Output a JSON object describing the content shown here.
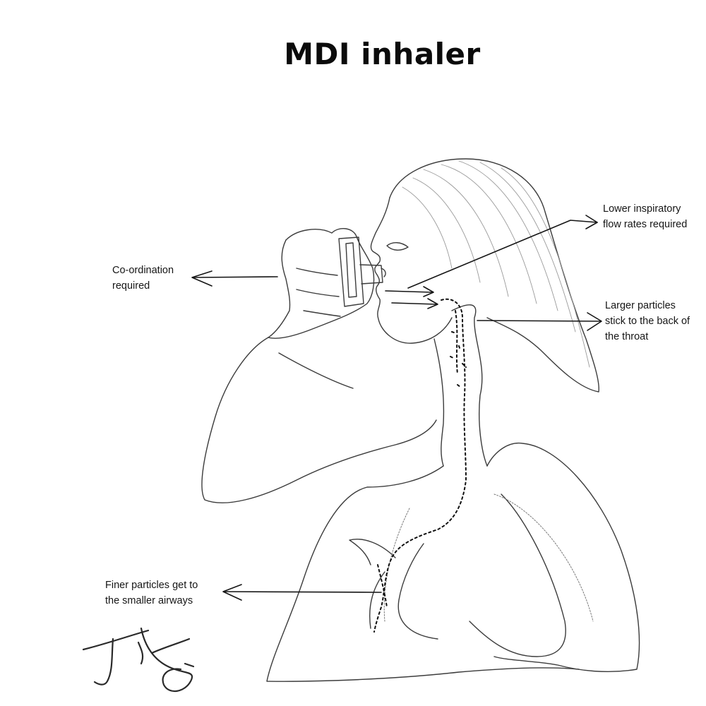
{
  "title": "MDI inhaler",
  "labels": {
    "coordination": "Co-ordination\nrequired",
    "lower_flow": "Lower inspiratory\nflow rates required",
    "larger_particles": "Larger particles\nstick to the back of\nthe throat",
    "finer_particles": "Finer particles get to\nthe smaller airways"
  },
  "illustration": {
    "style": "pencil sketch",
    "subject": "person-using-inhaler",
    "icons": [
      "inhaler-icon",
      "lungs-icon",
      "signature-mark"
    ]
  }
}
